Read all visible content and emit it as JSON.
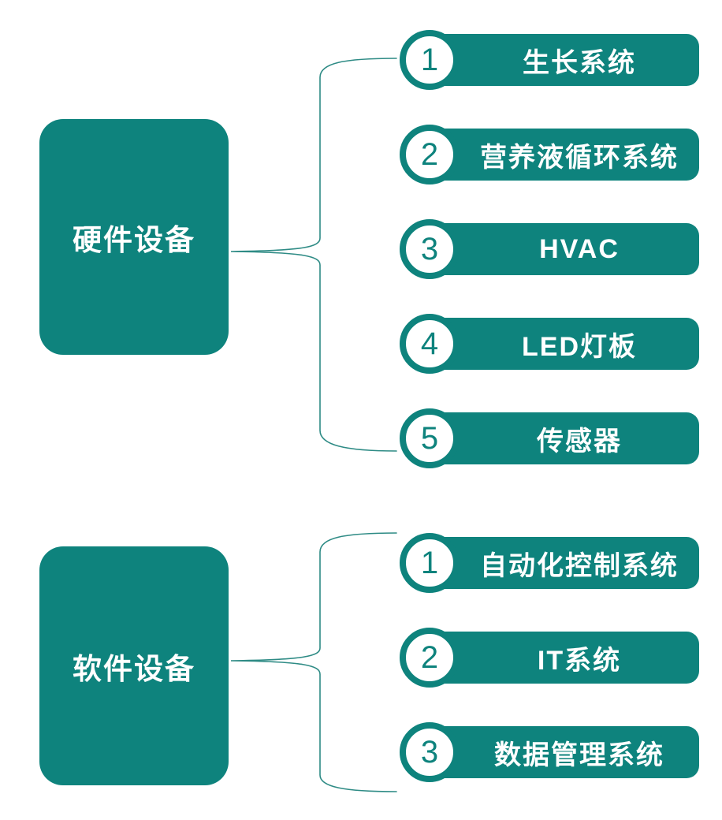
{
  "colors": {
    "teal": "#0E837D",
    "connector": "#2E8B85",
    "text_on_teal": "#FFFFFF",
    "background": "#FFFFFF"
  },
  "sections": [
    {
      "group_label": "硬件设备",
      "items": [
        {
          "num": "1",
          "label": "生长系统"
        },
        {
          "num": "2",
          "label": "营养液循环系统"
        },
        {
          "num": "3",
          "label": "HVAC"
        },
        {
          "num": "4",
          "label": "LED灯板"
        },
        {
          "num": "5",
          "label": "传感器"
        }
      ]
    },
    {
      "group_label": "软件设备",
      "items": [
        {
          "num": "1",
          "label": "自动化控制系统"
        },
        {
          "num": "2",
          "label": "IT系统"
        },
        {
          "num": "3",
          "label": "数据管理系统"
        }
      ]
    }
  ]
}
